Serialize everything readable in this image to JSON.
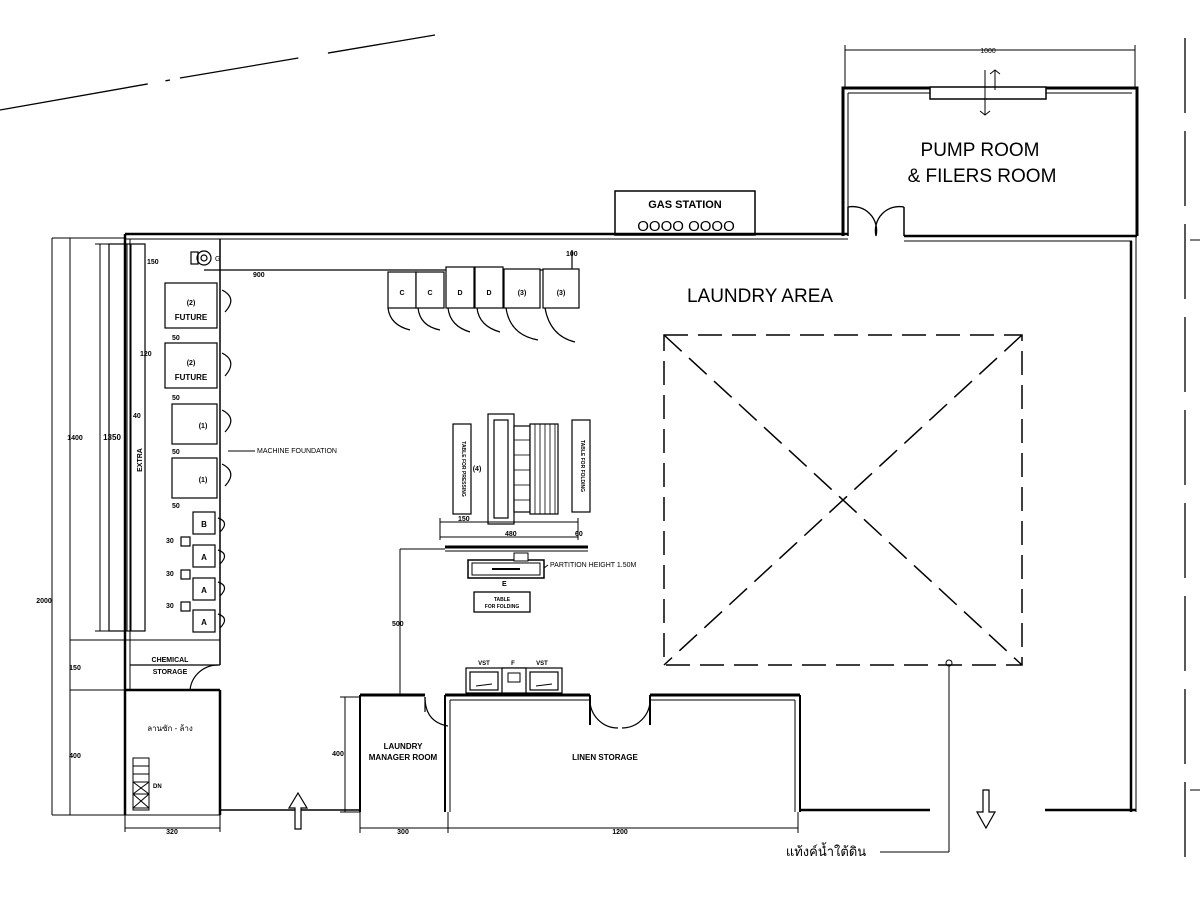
{
  "rooms": {
    "pump_room": [
      "PUMP ROOM",
      "& FILERS ROOM"
    ],
    "gas_station": "GAS STATION",
    "gas_station_cylinders": "OOOO OOOO",
    "laundry_area": "LAUNDRY AREA",
    "chemical_storage": [
      "CHEMICAL",
      "STORAGE"
    ],
    "thai_room": "ลานซัก - ล้าง",
    "laundry_manager_room": [
      "LAUNDRY",
      "MANAGER ROOM"
    ],
    "linen_storage": "LINEN STORAGE",
    "underground_tank_note": "แท้งค์น้ำใต้ดิน"
  },
  "annotations": {
    "machine_foundation": "MACHINE FOUNDATION",
    "partition_height": "PARTITION HEIGHT 1.50M",
    "gas_meter": "G",
    "wall_label": "EXTRA",
    "stair_label": "DN"
  },
  "machines": {
    "future_label": "FUTURE",
    "future_count": "(2)",
    "one": "(1)",
    "b": "B",
    "a": "A",
    "c": "C",
    "d": "D",
    "three": "(3)",
    "four": "(4)",
    "e": "E",
    "vst": "VST",
    "f": "F"
  },
  "tables": {
    "table_for_pressing": "TABLE FOR PRESSING",
    "table_for_folding": "TABLE FOR FOLDING",
    "table_for_folding_2": [
      "TABLE",
      "FOR FOLDING"
    ]
  },
  "dimensions": {
    "d1000": "1000",
    "d150": "150",
    "d100": "100",
    "d900": "900",
    "d120": "120",
    "d50": "50",
    "d40": "40",
    "d30": "30",
    "d1400": "1400",
    "d1350": "1350",
    "d2000": "2000",
    "d480": "480",
    "d60": "60",
    "d500": "500",
    "d400": "400",
    "d320": "320",
    "d300": "300",
    "d1200": "1200"
  },
  "colors": {
    "line": "#000000",
    "background": "#ffffff"
  }
}
